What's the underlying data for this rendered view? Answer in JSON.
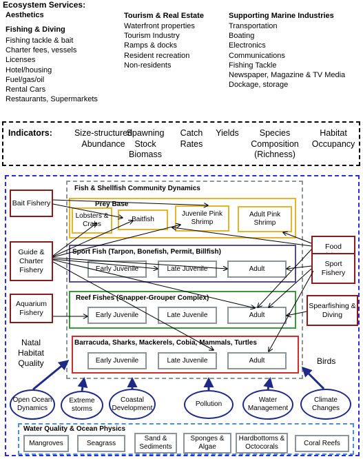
{
  "services": {
    "title": "Ecosystem Services:",
    "aesthetics": "Aesthetics",
    "fishing": {
      "heading": "Fishing & Diving",
      "items": [
        "Fishing tackle & bait",
        "Charter fees, vessels",
        "Licenses",
        "Hotel/housing",
        "Fuel/gas/oil",
        "Rental Cars",
        "Restaurants, Supermarkets"
      ]
    },
    "tourism": {
      "heading": "Tourism & Real Estate",
      "items": [
        "Waterfront properties",
        "Tourism Industry",
        "Ramps & docks",
        "Resident recreation",
        "Non-residents"
      ]
    },
    "marine": {
      "heading": "Supporting Marine Industries",
      "items": [
        "Transportation",
        "Boating",
        "Electronics",
        "Communications",
        "Fishing  Tackle",
        "Newspaper, Magazine & TV Media",
        "Dockage, storage"
      ]
    }
  },
  "indicators": {
    "label": "Indicators:",
    "items": [
      [
        "Size-structured",
        "Abundance"
      ],
      [
        "Spawning",
        "Stock",
        "Biomass"
      ],
      [
        "Catch",
        "Rates"
      ],
      [
        "Yields"
      ],
      [
        "Species",
        "Composition",
        "(Richness)"
      ],
      [
        "Habitat",
        "Occupancy"
      ]
    ]
  },
  "community": {
    "title": "Fish & Shellfish Community  Dynamics",
    "prey": {
      "label": "Prey Base",
      "boxes": [
        "Lobsters & Crabs",
        "Baitfish",
        "Juvenile Pink Shrimp",
        "Adult Pink Shrimp"
      ]
    },
    "sport": {
      "label": "Sport Fish (Tarpon, Bonefish, Permit, Billfish)",
      "boxes": [
        "Early Juvenile",
        "Late Juvenile",
        "Adult"
      ]
    },
    "reef": {
      "label": "Reef Fishes (Snapper-Grouper Complex)",
      "boxes": [
        "Early Juvenile",
        "Late Juvenile",
        "Adult"
      ]
    },
    "barracuda": {
      "label": "Barracuda, Sharks, Mackerels, Cobia, Mammals, Turtles",
      "boxes": [
        "Early Juvenile",
        "Late Juvenile",
        "Adult"
      ]
    }
  },
  "fisheries": {
    "bait": "Bait Fishery",
    "guide": "Guide & Charter Fishery",
    "aquarium": "Aquarium Fishery",
    "food": "Food Fishery",
    "sport": "Sport Fishery",
    "spear": "Spearfishing & Diving"
  },
  "side": {
    "natal": "Natal Habitat Quality",
    "birds": "Birds"
  },
  "drivers": [
    "Open Ocean Dynamics",
    "Extreme storms",
    "Coastal Development",
    "Pollution",
    "Water Management",
    "Climate Changes"
  ],
  "water": {
    "title": "Water Quality & Ocean Physics",
    "items": [
      "Mangroves",
      "Seagrass",
      "Sand & Sediments",
      "Sponges & Algae",
      "Hardbottoms & Octocorals",
      "Coral Reefs"
    ]
  },
  "colors": {
    "prey": "#e6b32a",
    "sport": "#5a4a8a",
    "reef": "#3a9a3a",
    "barracuda": "#d42a2a",
    "outer": "#2a2ae0",
    "fishery": "#8b1a1a",
    "oval": "#1f2a86",
    "water": "#4a90d6",
    "grey": "#8c9399"
  }
}
